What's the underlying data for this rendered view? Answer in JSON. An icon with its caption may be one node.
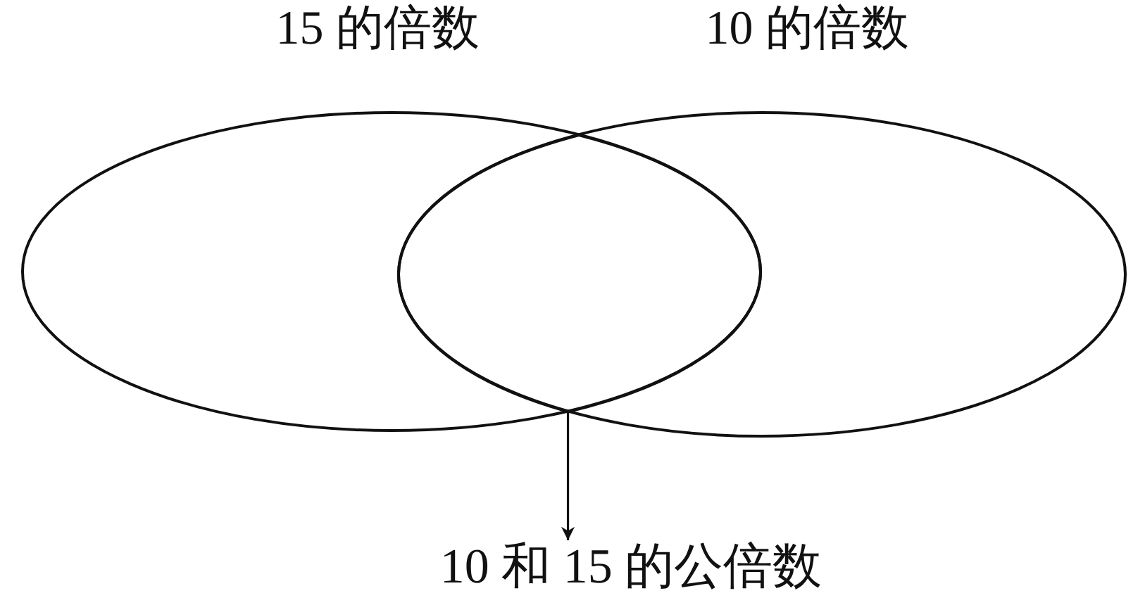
{
  "diagram": {
    "nodes": [
      {
        "text": [
          "15 的倍数"
        ]
      },
      {
        "text": [
          "10 的倍数"
        ]
      },
      {
        "text": [],
        "shape": "lens"
      },
      {
        "text": [
          "10 和 15 的公倍数"
        ]
      }
    ],
    "edges": [
      {
        "from": 2,
        "to": 3,
        "arrow": "to"
      }
    ]
  }
}
